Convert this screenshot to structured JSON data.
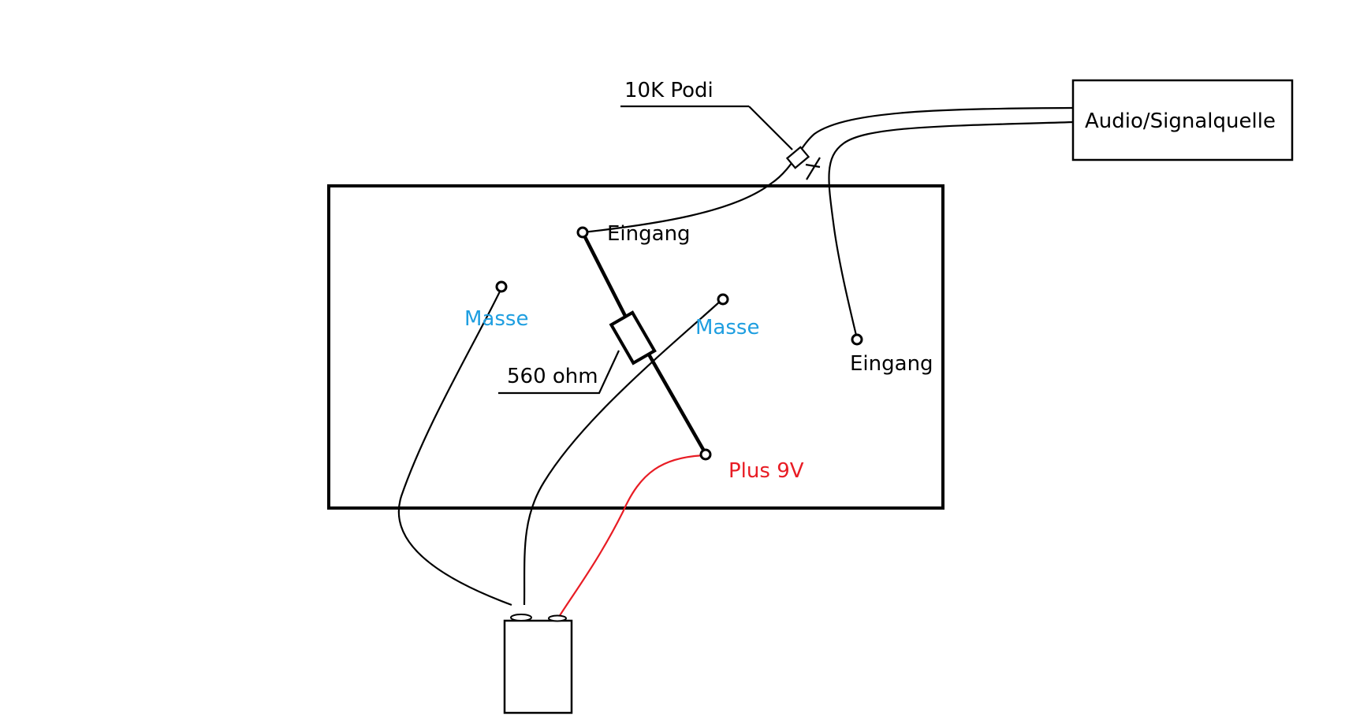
{
  "labels": {
    "poti": "10K  Podi",
    "source": "Audio/Signalquelle",
    "input_left": "Eingang",
    "input_right": "Eingang",
    "ground_left": "Masse",
    "ground_right": "Masse",
    "resistor": "560 ohm",
    "plus": "Plus 9V"
  },
  "colors": {
    "ground_text": "#1e9ee0",
    "plus_text": "#e81c24",
    "plus_wire": "#e81c24",
    "line": "#000000",
    "background": "#ffffff"
  }
}
